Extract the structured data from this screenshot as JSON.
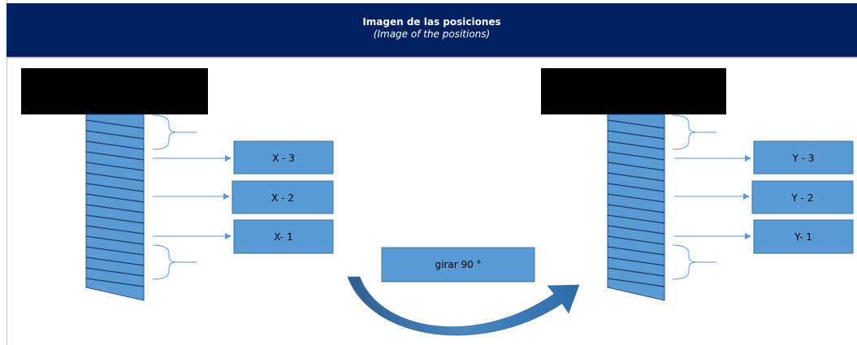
{
  "header": {
    "title": "Imagen de las posiciones",
    "subtitle": "(Image of the positions)"
  },
  "left_screw": {
    "positions": [
      "X - 3",
      "X - 2",
      "X- 1"
    ]
  },
  "right_screw": {
    "positions": [
      "Y - 3",
      "Y - 2",
      "Y- 1"
    ]
  },
  "rotate_label": "girar 90 °",
  "colors": {
    "header_bg": "#002060",
    "box_fill": "#5b9bd5",
    "box_stroke": "#41719c",
    "thread_fill": "#5b9bd5",
    "thread_line": "#1f3864",
    "head_fill": "#000000",
    "arrow_line": "#5b9bd5"
  }
}
